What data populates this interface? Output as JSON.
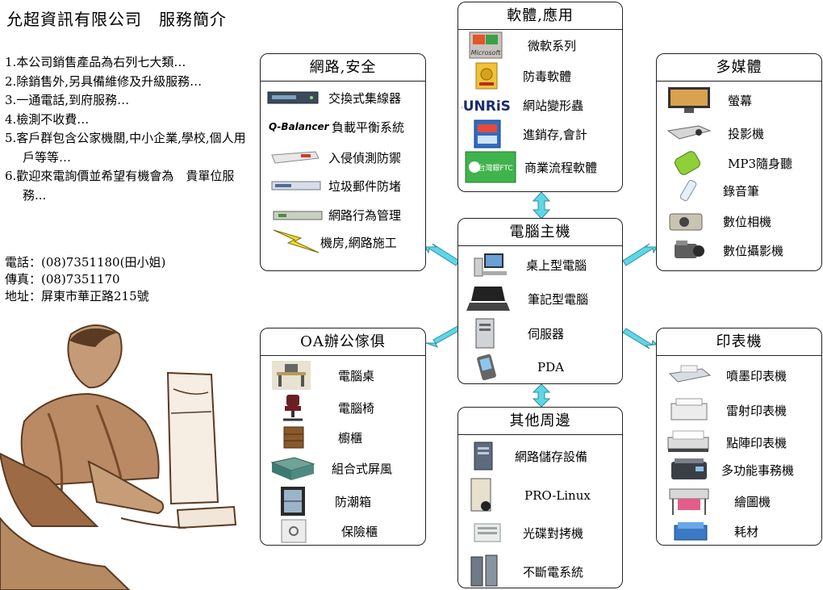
{
  "company": {
    "title": "允超資訊有限公司　服務簡介",
    "intro": [
      "1.本公司銷售產品為右列七大類…",
      "2.除銷售外,另具備維修及升級服務…",
      "3.一通電話,到府服務…",
      "4.檢測不收費…",
      "5.客戶群包含公家機關,中小企業,學校,個人用戶等等…",
      "6.歡迎來電詢價並希望有機會為　貴單位服務..."
    ],
    "phone": "電話：(08)7351180(田小姐)",
    "fax": "傳真：(08)7351170",
    "address": "地址：屏東市華正路215號"
  },
  "network": {
    "title": "網路,安全",
    "items": [
      "交換式集線器",
      "負載平衡系統",
      "入侵偵測防禦",
      "垃圾郵件防堵",
      "網路行為管理",
      "機房,網路施工"
    ],
    "logo_text": "Q-Balancer"
  },
  "software": {
    "title": "軟體,應用",
    "items": [
      "微軟系列",
      "防毒軟體",
      "網站變形蟲",
      "進銷存,會計",
      "商業流程軟體"
    ],
    "logo_ms": "Microsoft",
    "logo_sunrise": "SUNRiSE",
    "logo_ftc": "台灣銀FTC"
  },
  "multimedia": {
    "title": "多媒體",
    "items": [
      "螢幕",
      "投影機",
      "MP3隨身聽",
      "錄音筆",
      "數位相機",
      "數位攝影機"
    ]
  },
  "computer": {
    "title": "電腦主機",
    "items": [
      "桌上型電腦",
      "筆記型電腦",
      "伺服器",
      "PDA"
    ]
  },
  "office": {
    "title": "OA辦公傢俱",
    "items": [
      "電腦桌",
      "電腦椅",
      "櫥櫃",
      "組合式屏風",
      "防潮箱",
      "保險櫃"
    ]
  },
  "printer": {
    "title": "印表機",
    "items": [
      "噴墨印表機",
      "雷射印表機",
      "點陣印表機",
      "多功能事務機",
      "繪圖機",
      "耗材"
    ]
  },
  "peripheral": {
    "title": "其他周邊",
    "items": [
      "網路儲存設備",
      "PRO-Linux",
      "光碟對拷機",
      "不斷電系統"
    ]
  },
  "colors": {
    "arrow_fill": "#5fd6e6",
    "arrow_stroke": "#2a8fa0",
    "person_skin": "#b98a63",
    "person_dark": "#7a4a2a"
  }
}
